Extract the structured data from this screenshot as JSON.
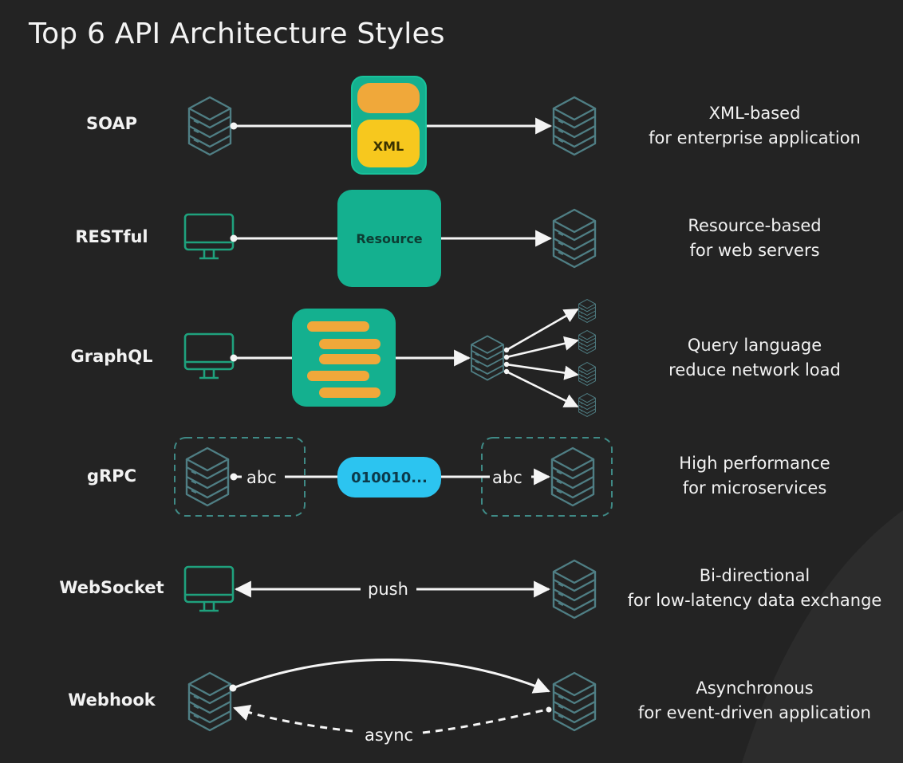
{
  "title": "Top 6 API Architecture Styles",
  "colors": {
    "background": "#232323",
    "teal": "#14b08f",
    "teal_border": "#18c29b",
    "orange": "#f0a83a",
    "yellow": "#f7c81e",
    "cyan": "#2cc4f0",
    "server_stroke": "#4f7e84",
    "monitor_stroke": "#1fa17d",
    "wire": "#f5f5f5"
  },
  "rows": [
    {
      "name": "SOAP",
      "left_icon": "server-stack-icon",
      "right_icon": "server-stack-icon",
      "box": {
        "shape": "xml-envelope",
        "text": "XML"
      },
      "description": [
        "XML-based",
        "for enterprise application"
      ]
    },
    {
      "name": "RESTful",
      "left_icon": "monitor-icon",
      "right_icon": "server-stack-icon",
      "box": {
        "shape": "resource-box",
        "text": "Resource"
      },
      "description": [
        "Resource-based",
        "for web servers"
      ]
    },
    {
      "name": "GraphQL",
      "left_icon": "monitor-icon",
      "right_icon": "server-stack-icon",
      "box": {
        "shape": "query-box",
        "text": ""
      },
      "fanout_targets": 4,
      "description": [
        "Query language",
        "reduce network load"
      ]
    },
    {
      "name": "gRPC",
      "left_icon": "server-stack-icon",
      "right_icon": "server-stack-icon",
      "left_label": "abc",
      "right_label": "abc",
      "box": {
        "shape": "binary-pill",
        "text": "010010..."
      },
      "description": [
        "High performance",
        "for microservices"
      ]
    },
    {
      "name": "WebSocket",
      "left_icon": "monitor-icon",
      "right_icon": "server-stack-icon",
      "wire_label": "push",
      "description": [
        "Bi-directional",
        "for low-latency data exchange"
      ]
    },
    {
      "name": "Webhook",
      "left_icon": "server-stack-icon",
      "right_icon": "server-stack-icon",
      "wire_label": "async",
      "description": [
        "Asynchronous",
        "for event-driven application"
      ]
    }
  ]
}
